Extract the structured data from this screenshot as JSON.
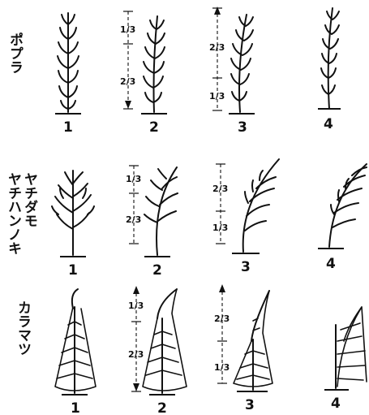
{
  "rows": [
    {
      "species": "ポプラ",
      "species_lines": [
        "ポプラ"
      ],
      "stages": [
        "1",
        "2",
        "3",
        "4"
      ],
      "stage2_fractions": [
        "1/3",
        "2/3"
      ],
      "stage3_fractions": [
        "2/3",
        "1/3"
      ]
    },
    {
      "species": "ヤチダモ ヤチハンノキ",
      "species_lines": [
        "ヤチダモ",
        "ヤチハンノキ"
      ],
      "stages": [
        "1",
        "2",
        "3",
        "4"
      ],
      "stage2_fractions": [
        "1/3",
        "2/3"
      ],
      "stage3_fractions": [
        "2/3",
        "1/3"
      ]
    },
    {
      "species": "カラマツ",
      "species_lines": [
        "カラマツ"
      ],
      "stages": [
        "1",
        "2",
        "3",
        "4"
      ],
      "stage2_fractions": [
        "1/3",
        "2/3"
      ],
      "stage3_fractions": [
        "2/3",
        "1/3"
      ]
    }
  ]
}
